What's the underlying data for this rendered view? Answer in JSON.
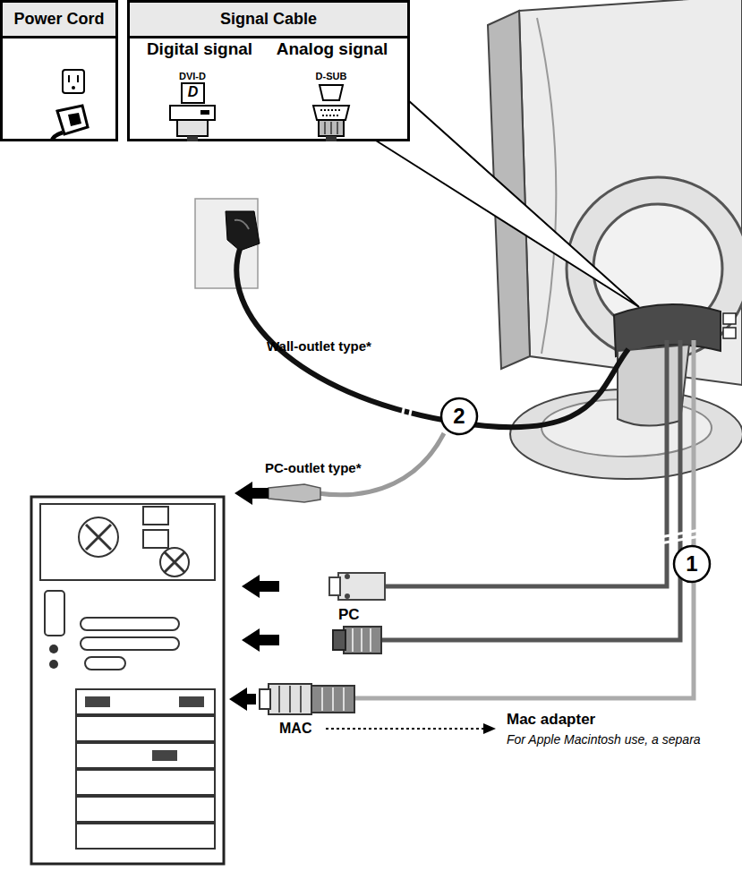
{
  "diagram": {
    "nodes": [
      {
        "text": [
          "Power Cord"
        ]
      },
      {
        "text": [
          "Signal Cable"
        ]
      },
      {
        "text": [
          "2"
        ]
      },
      {
        "text": [
          "1"
        ]
      }
    ],
    "labels": [
      "Digital signal",
      "Analog signal",
      "DVI-D",
      "D",
      "D-SUB",
      "Wall-outlet type*",
      "PC-outlet type*",
      "PC",
      "MAC",
      "Mac adapter",
      "For Apple Macintosh use, a separa"
    ]
  }
}
